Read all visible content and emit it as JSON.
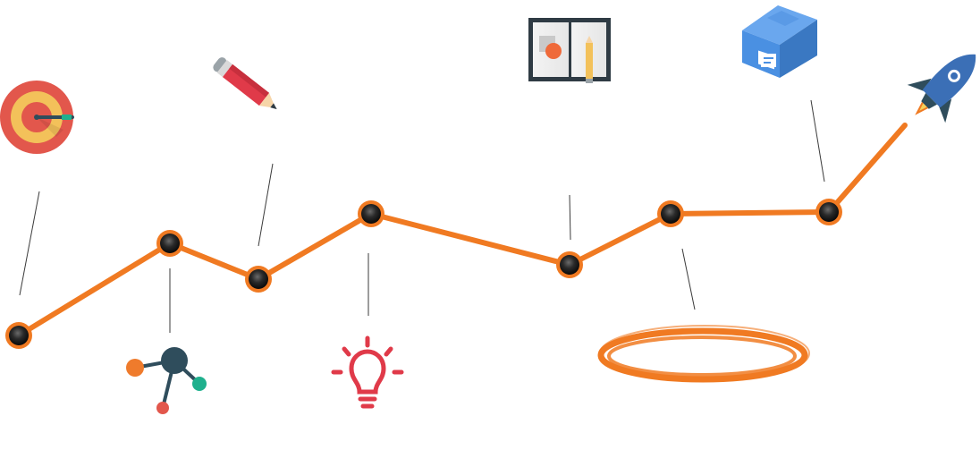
{
  "colors": {
    "line": "#f07a22",
    "connector": "#3b3b3b",
    "target_outer": "#e2574c",
    "target_mid": "#f3c15a",
    "network_node": "#2f4d5c",
    "network_orange": "#ef7b2c",
    "network_teal": "#1fb08d",
    "network_red": "#e2574c",
    "bulb": "#e03a49",
    "box": "#4a90e2",
    "box_dark": "#3a78c2",
    "rocket": "#3b6fb6",
    "rocket_dark": "#2f4d5c"
  },
  "diagram": {
    "line_color_name": "orange",
    "milestones": [
      {
        "id": "m1",
        "icon": "target-icon",
        "side": "top"
      },
      {
        "id": "m2",
        "icon": "network-icon",
        "side": "bottom"
      },
      {
        "id": "m3",
        "icon": "pencil-icon",
        "side": "top"
      },
      {
        "id": "m4",
        "icon": "lightbulb-icon",
        "side": "bottom"
      },
      {
        "id": "m5",
        "icon": "sketchbook-icon",
        "side": "top"
      },
      {
        "id": "m6",
        "icon": "brush-circle-icon",
        "side": "bottom"
      },
      {
        "id": "m7",
        "icon": "box-icon",
        "side": "top"
      },
      {
        "id": "m8",
        "icon": "rocket-icon",
        "side": "end"
      }
    ]
  }
}
